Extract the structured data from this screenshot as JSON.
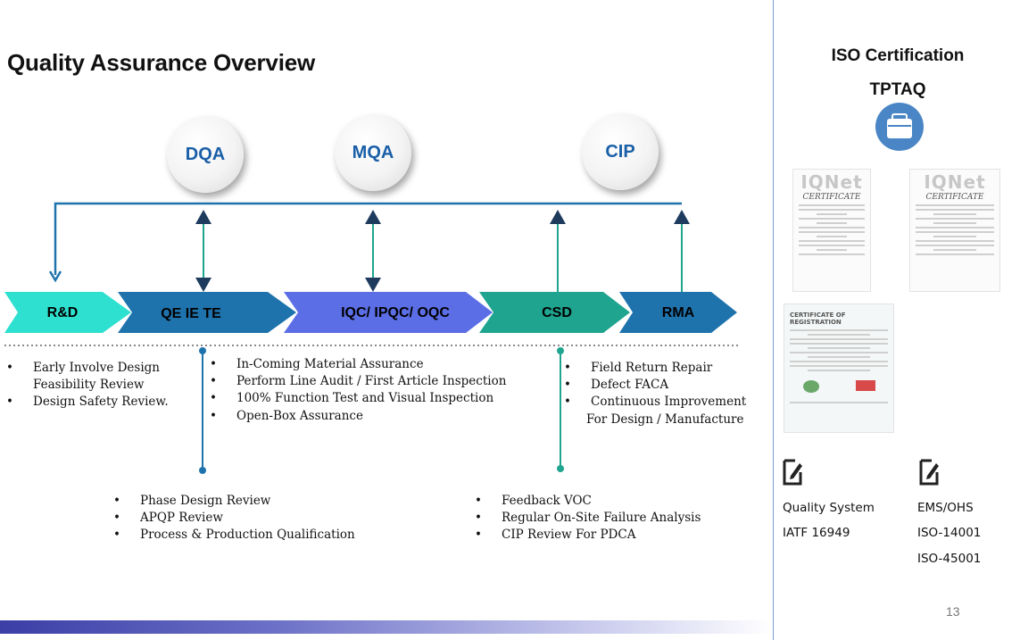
{
  "title": "Quality Assurance Overview",
  "circles": {
    "dqa": "DQA",
    "mqa": "MQA",
    "cip": "CIP"
  },
  "chevrons": {
    "rd": "R&D",
    "qe": "QE  IE  TE",
    "iqc": "IQC/ IPQC/ OQC",
    "csd": "CSD",
    "rma": "RMA"
  },
  "rd_list": [
    [
      "Early Involve Design",
      "Feasibility Review"
    ],
    [
      "Design Safety Review."
    ]
  ],
  "mqa_list": [
    "In-Coming Material Assurance",
    "Perform Line Audit / First Article Inspection",
    "100% Function Test and Visual Inspection",
    "Open-Box  Assurance"
  ],
  "csd_list": [
    "Field Return Repair",
    "Defect FACA",
    [
      "Continuous Improvement",
      "For Design / Manufacture"
    ]
  ],
  "dqa_list": [
    "Phase Design Review",
    "APQP Review",
    "Process & Production Qualification"
  ],
  "cip_list": [
    "Feedback VOC",
    "Regular On-Site Failure Analysis",
    "CIP Review For PDCA"
  ],
  "iso": {
    "title": "ISO Certification",
    "subtitle": "TPTAQ",
    "certificate_logo": "IQNet",
    "certificate_heading": "CERTIFICATE",
    "registration_heading": "CERTIFICATE OF REGISTRATION",
    "left_col": [
      "Quality System",
      "IATF 16949"
    ],
    "right_col": [
      "EMS/OHS",
      "ISO-14001",
      "ISO-45001"
    ]
  },
  "page_number": "13",
  "colors": {
    "rd": "#2ee0cf",
    "qe": "#1f73ad",
    "iqc": "#5b6ee6",
    "csd": "#1ea48f",
    "rma": "#1f73ad",
    "dqa_line": "#1f73ad",
    "csd_line": "#1ea48f",
    "arrow_head": "#1e3b5e"
  }
}
